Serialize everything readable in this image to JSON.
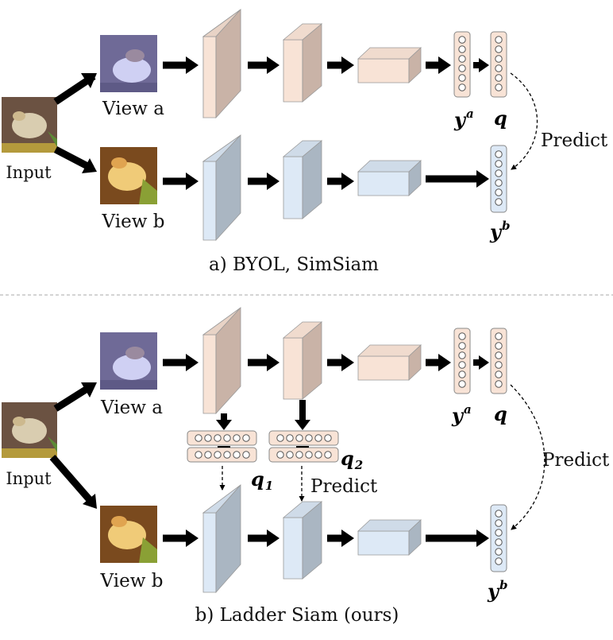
{
  "top": {
    "input_label": "Input",
    "view_a_label": "View a",
    "view_b_label": "View b",
    "ya_label": "y",
    "ya_sup": "a",
    "q_label": "q",
    "yb_label": "y",
    "yb_sup": "b",
    "predict_label": "Predict",
    "caption": "a) BYOL, SimSiam"
  },
  "bottom": {
    "input_label": "Input",
    "view_a_label": "View a",
    "view_b_label": "View b",
    "ya_label": "y",
    "ya_sup": "a",
    "q_label": "q",
    "yb_label": "y",
    "yb_sup": "b",
    "q1_label": "q",
    "q1_sub": "1",
    "q2_label": "q",
    "q2_sub": "2",
    "predict_mid_label": "Predict",
    "predict_right_label": "Predict",
    "caption": "b) Ladder Siam (ours)"
  },
  "colors": {
    "branch_a_face": "#f8e3d6",
    "branch_a_side": "#c9b3a7",
    "branch_b_face": "#dde9f6",
    "branch_b_side": "#aab6c2",
    "arrow": "#000000",
    "divider": "#aaaaaa"
  }
}
